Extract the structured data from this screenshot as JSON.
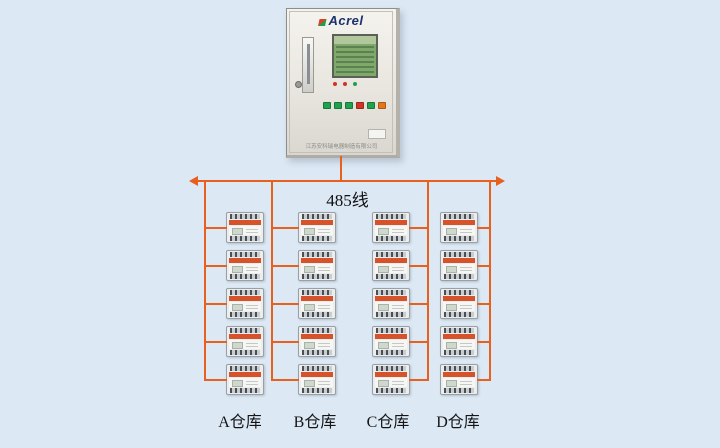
{
  "colors": {
    "background": "#dce8f4",
    "bus_line": "#e7601d",
    "device_stripe": "#d5522a",
    "screen_green": "#7ea96b"
  },
  "cabinet": {
    "brand": "Acrel",
    "footer_text": "江苏安科瑞电器制造有限公司"
  },
  "bus": {
    "label": "485线"
  },
  "columns": [
    {
      "label": "A仓库",
      "device_count": 5
    },
    {
      "label": "B仓库",
      "device_count": 5
    },
    {
      "label": "C仓库",
      "device_count": 5
    },
    {
      "label": "D仓库",
      "device_count": 5
    }
  ]
}
